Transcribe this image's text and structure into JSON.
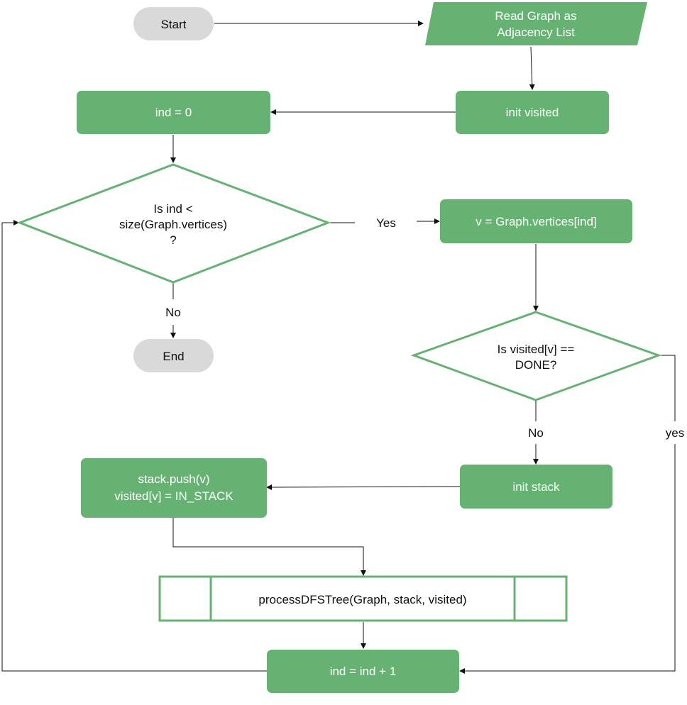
{
  "flowchart": {
    "nodes": {
      "start": "Start",
      "read_graph": [
        "Read Graph as",
        "Adjacency List"
      ],
      "init_visited": "init visited",
      "ind_zero": "ind = 0",
      "check_ind": [
        "Is ind <",
        "size(Graph.vertices)",
        "?"
      ],
      "set_v": "v = Graph.vertices[ind]",
      "check_visited": [
        "Is visited[v] ==",
        "DONE?"
      ],
      "init_stack": "init stack",
      "push_stack": [
        "stack.push(v)",
        "visited[v] = IN_STACK"
      ],
      "process_dfs": "processDFSTree(Graph, stack, visited)",
      "increment": "ind = ind + 1",
      "end": "End"
    },
    "edge_labels": {
      "check_yes": "Yes",
      "check_no": "No",
      "visited_no": "No",
      "visited_yes": "yes"
    }
  },
  "colors": {
    "process_fill": "#66b273",
    "terminal_fill": "#d9d9d9",
    "decision_stroke": "#66b273",
    "line": "#111111"
  }
}
